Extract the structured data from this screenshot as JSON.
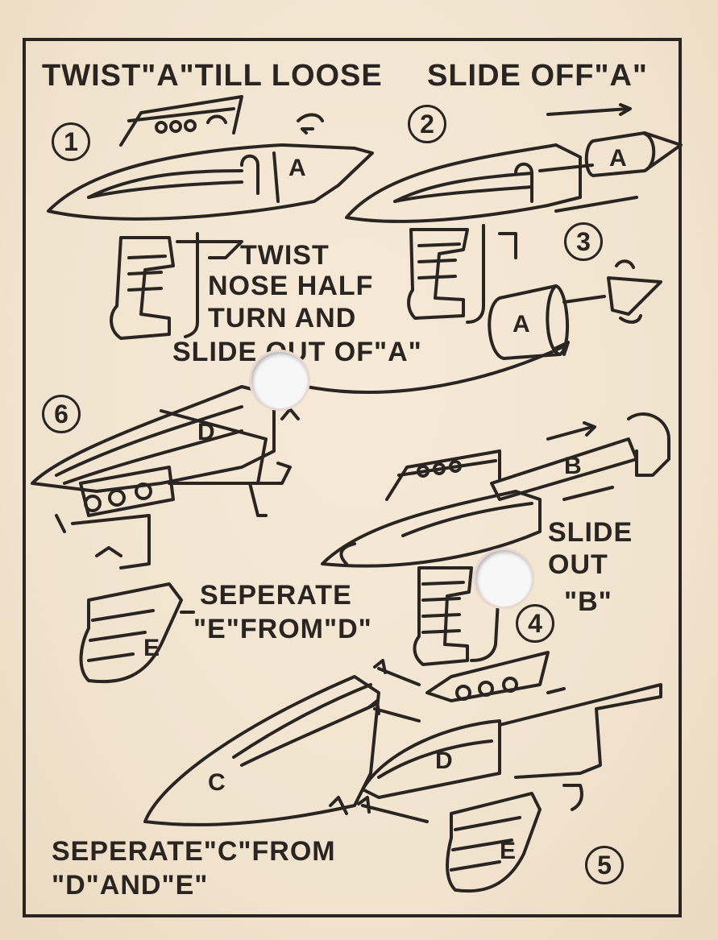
{
  "labels": {
    "step1_text": "TWIST\"A\"TILL LOOSE",
    "step2_text": "SLIDE OFF\"A\"",
    "step3_line1": "TWIST",
    "step3_line2": "NOSE HALF",
    "step3_line3": "TURN AND",
    "step3_line4": "SLIDE OUT OF\"A\"",
    "step4_line1": "SLIDE",
    "step4_line2": "OUT",
    "step4_line3": "\"B\"",
    "step6_line1": "SEPERATE",
    "step6_line2": "\"E\"FROM\"D\"",
    "step5_line1": "SEPERATE\"C\"FROM",
    "step5_line2": "\"D\"AND\"E\""
  },
  "steps": [
    "1",
    "2",
    "3",
    "4",
    "5",
    "6"
  ],
  "parts": {
    "a": "A",
    "b": "B",
    "c": "C",
    "d": "D",
    "e": "E"
  },
  "colors": {
    "ink": "#2a2522",
    "paper": "#f3e6d2",
    "hole": "#f7f7f7"
  }
}
